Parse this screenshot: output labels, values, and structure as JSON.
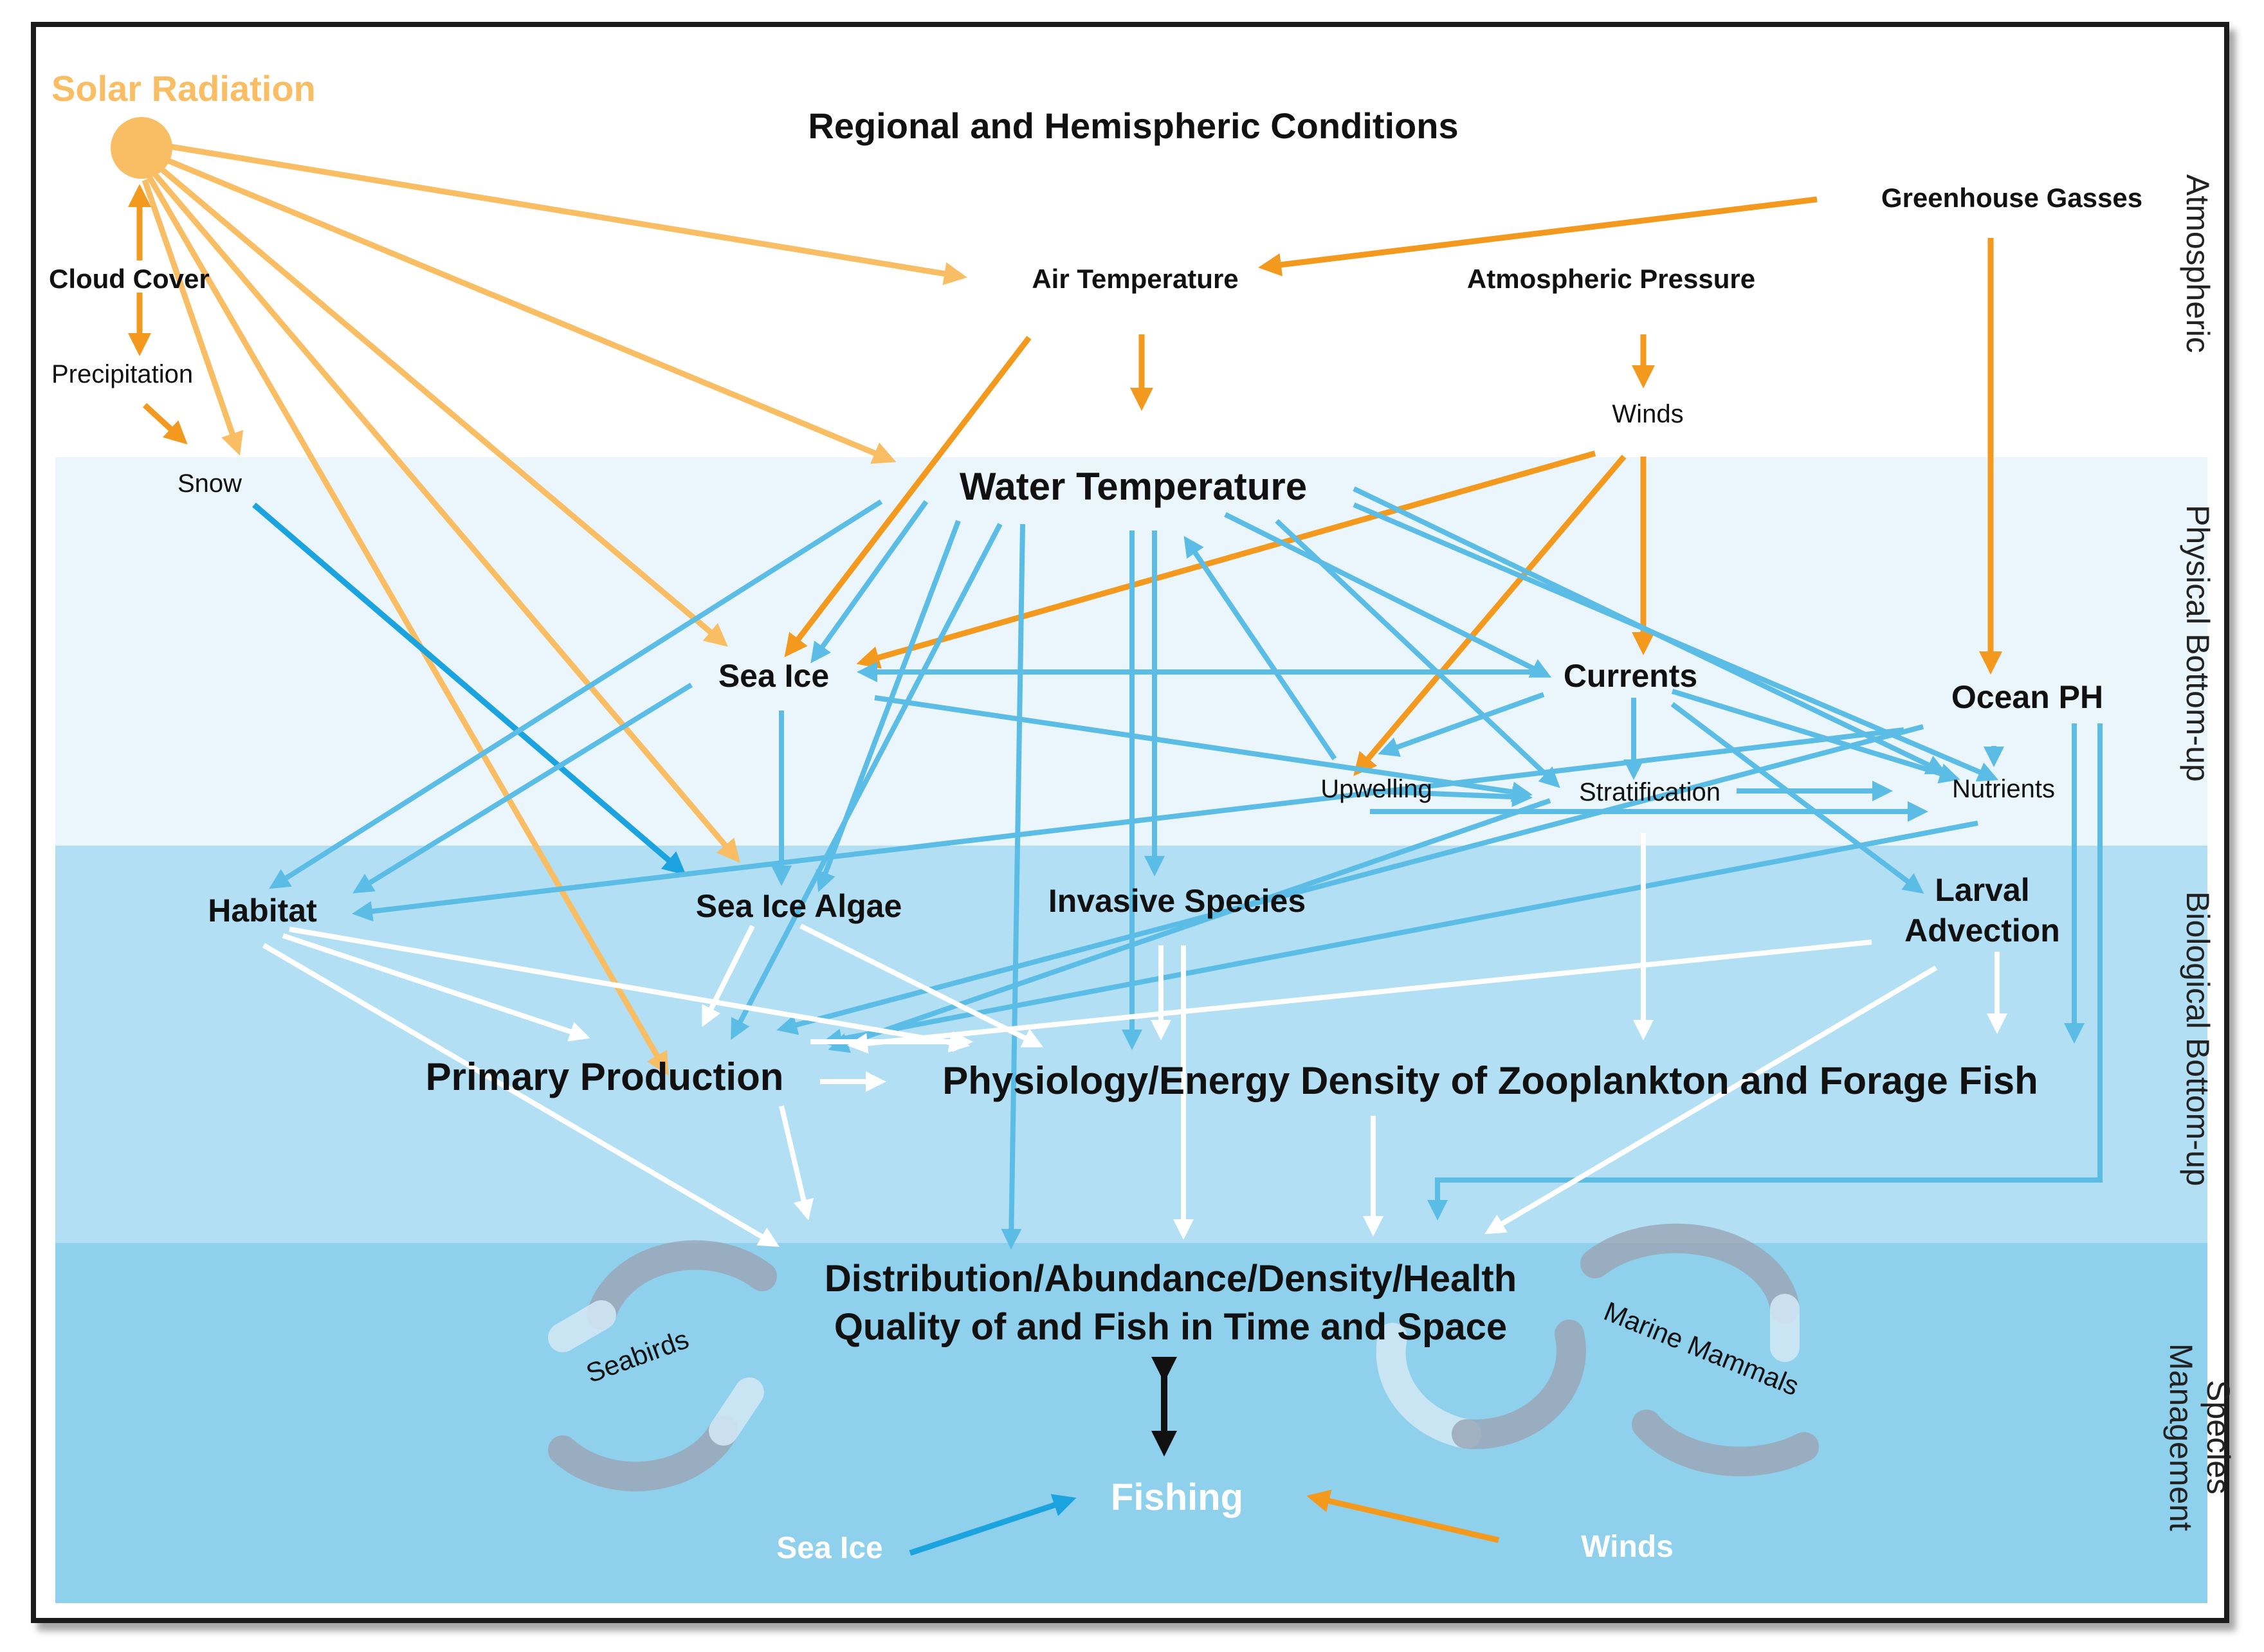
{
  "title": "Regional and Hemispheric Conditions",
  "nodes": {
    "solar_radiation": "Solar Radiation",
    "cloud_cover": "Cloud Cover",
    "precipitation": "Precipitation",
    "snow": "Snow",
    "air_temperature": "Air Temperature",
    "atmospheric_pressure": "Atmospheric Pressure",
    "greenhouse_gasses": "Greenhouse Gasses",
    "winds": "Winds",
    "water_temperature": "Water Temperature",
    "sea_ice": "Sea Ice",
    "currents": "Currents",
    "ocean_ph": "Ocean PH",
    "upwelling": "Upwelling",
    "stratification": "Stratification",
    "nutrients": "Nutrients",
    "habitat": "Habitat",
    "sea_ice_algae": "Sea Ice Algae",
    "invasive_species": "Invasive Species",
    "larval_advection_line1": "Larval",
    "larval_advection_line2": "Advection",
    "primary_production": "Primary Production",
    "physiology": "Physiology/Energy Density of Zooplankton and Forage Fish",
    "distribution_line1": "Distribution/Abundance/Density/Health",
    "distribution_line2": "Quality of and Fish in Time and Space",
    "seabirds": "Seabirds",
    "marine_mammals": "Marine Mammals",
    "fishing": "Fishing",
    "sea_ice_bottom": "Sea Ice",
    "winds_bottom": "Winds"
  },
  "bands": {
    "atmospheric": "Atmospheric",
    "physical": "Physical Bottom-up",
    "biological": "Biological Bottom-up",
    "species_line1": "Species",
    "species_line2": "Management"
  },
  "colors": {
    "solar_orange": "#f9bd64",
    "driver_orange": "#f39a1e",
    "ocean_blue": "#5bbde5",
    "snow_blue": "#1aa3df",
    "white_arrow": "#ffffff",
    "physical_band": "#eaf6fb",
    "biological_band": "#b2dff3",
    "species_band": "#8fd0ec"
  }
}
